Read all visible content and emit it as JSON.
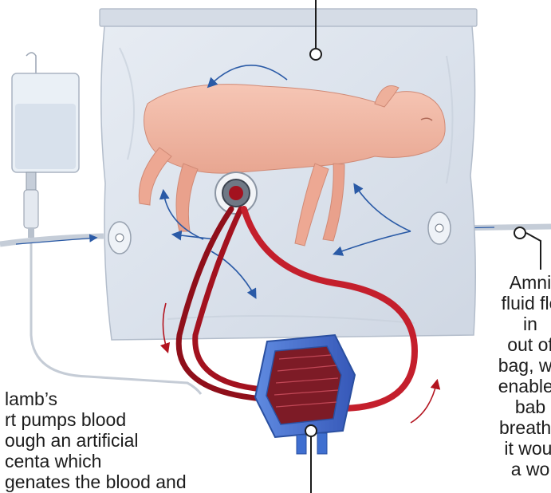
{
  "labels": {
    "heart_caption": [
      "lamb’s",
      "rt pumps blood",
      "ough an artificial",
      "centa which",
      "genates the blood and"
    ],
    "amniotic_caption": [
      "Amni",
      "fluid flo",
      "in",
      "out of",
      "bag, wh",
      "enables",
      "bab",
      "breathe",
      "it woul",
      "a wo"
    ]
  },
  "colors": {
    "bag_fill": "#dfe5ee",
    "bag_edge": "#b9c3d1",
    "bag_top_bar": "#d7dde6",
    "lamb_fill": "#f2b8a5",
    "lamb_shadow": "#dc9885",
    "flow_arrow": "#2a5aa6",
    "blood_dark": "#a3121f",
    "blood_light": "#c41f2c",
    "oxygenator": "#3f6fd0",
    "oxygenator_dark": "#2a4fa0",
    "iv_bag": "#e9eef4",
    "tube": "#c7ced8",
    "callout_line": "#1c1c1c"
  },
  "icons": [
    "iv-bag-icon",
    "umbilical-port-icon",
    "fluid-inlet-port-icon",
    "fluid-outlet-port-icon",
    "oxygenator-icon"
  ]
}
